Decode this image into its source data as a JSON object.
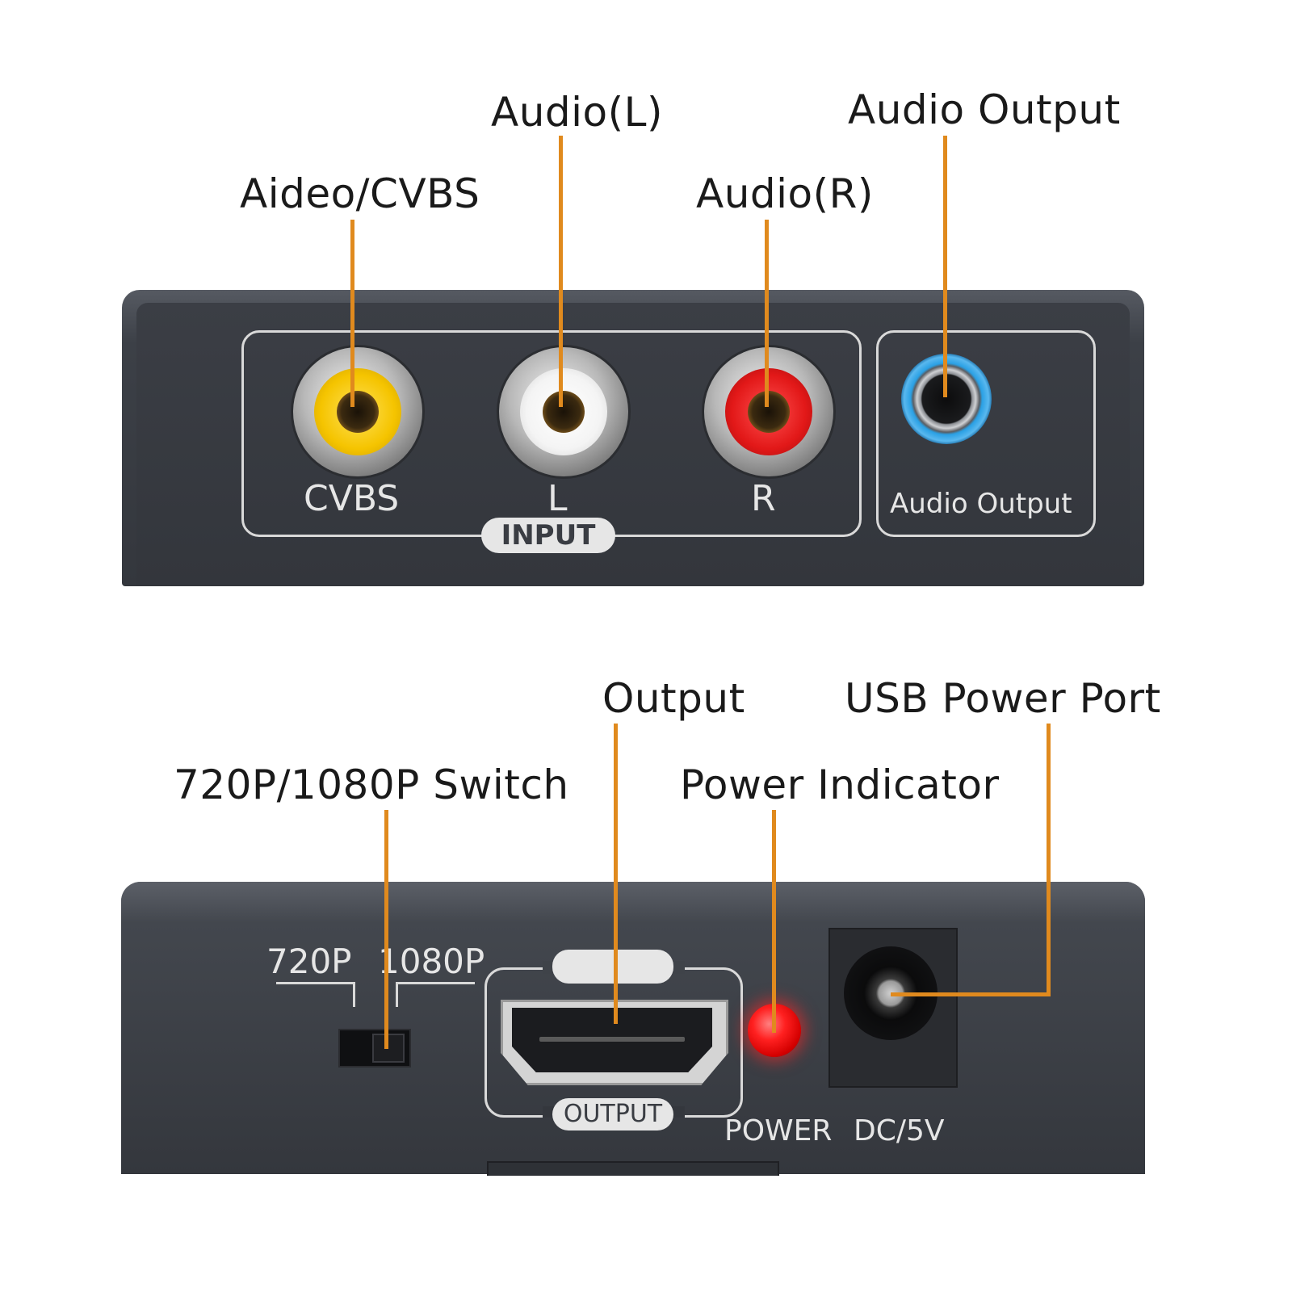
{
  "callouts": {
    "video_cvbs": "Aideo/CVBS",
    "audio_l": "Audio(L)",
    "audio_r": "Audio(R)",
    "audio_output": "Audio Output",
    "switch": "720P/1080P Switch",
    "output": "Output",
    "power_indicator": "Power Indicator",
    "usb_power": "USB Power Port"
  },
  "top_panel": {
    "cvbs": "CVBS",
    "l": "L",
    "r": "R",
    "input_tag": "INPUT",
    "audio_output": "Audio Output"
  },
  "bottom_panel": {
    "res_720": "720P",
    "res_1080": "1080P",
    "output_tag": "OUTPUT",
    "power": "POWER",
    "dc": "DC/5V"
  },
  "colors": {
    "leader": "#e08a1e",
    "panel": "#3a3d43",
    "cvbs_ring": "#f5c400",
    "l_ring": "#f4f4f4",
    "r_ring": "#e21818",
    "jack_ring": "#2aa0e4",
    "led": "#ff2020"
  }
}
